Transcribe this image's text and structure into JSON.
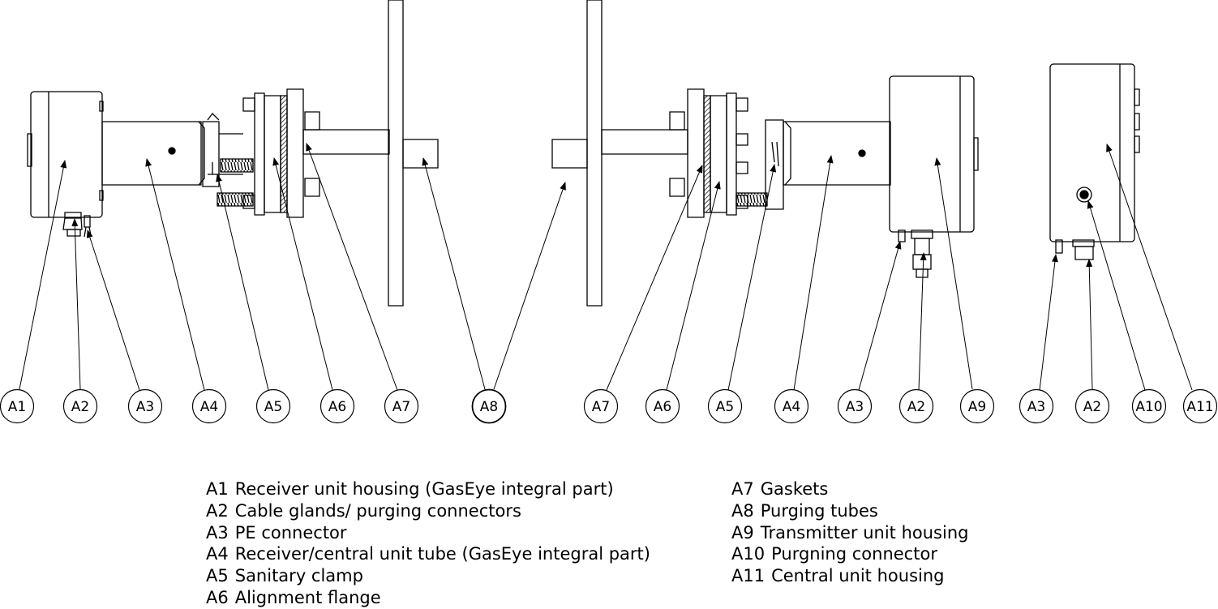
{
  "callouts": {
    "row1": [
      "A1",
      "A2",
      "A3",
      "A4",
      "A5",
      "A6",
      "A7",
      "A8"
    ],
    "row2": [
      "A7",
      "A6",
      "A5",
      "A4",
      "A3",
      "A2",
      "A9"
    ],
    "row3": [
      "A3",
      "A2",
      "A10",
      "A11"
    ]
  },
  "legend": {
    "left": [
      {
        "code": "A1",
        "text": "Receiver unit housing (GasEye integral part)"
      },
      {
        "code": "A2",
        "text": "Cable glands/ purging connectors"
      },
      {
        "code": "A3",
        "text": "PE connector"
      },
      {
        "code": "A4",
        "text": "Receiver/central unit tube (GasEye integral part)"
      },
      {
        "code": "A5",
        "text": "Sanitary clamp"
      },
      {
        "code": "A6",
        "text": "Alignment flange"
      }
    ],
    "right": [
      {
        "code": "A7",
        "text": "Gaskets"
      },
      {
        "code": "A8",
        "text": "Purging tubes"
      },
      {
        "code": "A9",
        "text": "Transmitter unit housing"
      },
      {
        "code": "A10",
        "text": "Purgning connector"
      },
      {
        "code": "A11",
        "text": "Central unit housing"
      }
    ]
  }
}
